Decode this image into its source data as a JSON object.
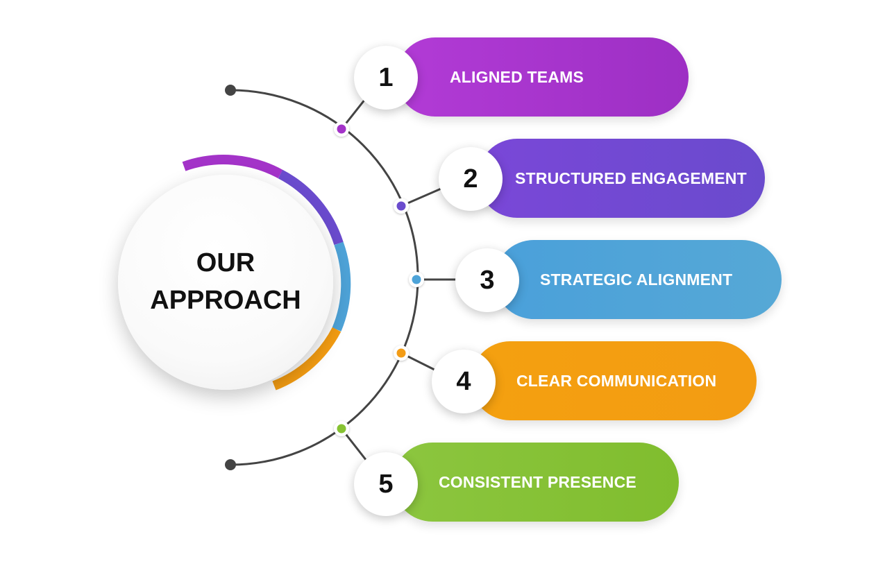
{
  "center": {
    "title_line1": "OUR",
    "title_line2": "APPROACH"
  },
  "colors": {
    "purple": "#a333c8",
    "violet": "#6a4bcd",
    "blue": "#4ea3d8",
    "orange": "#f39c12",
    "green": "#86c232",
    "connector": "#444444"
  },
  "steps": [
    {
      "number": "1",
      "label": "ALIGNED TEAMS",
      "color": "#a333c8"
    },
    {
      "number": "2",
      "label": "STRUCTURED ENGAGEMENT",
      "color": "#6a4bcd"
    },
    {
      "number": "3",
      "label": "STRATEGIC ALIGNMENT",
      "color": "#4ea3d8"
    },
    {
      "number": "4",
      "label": "CLEAR COMMUNICATION",
      "color": "#f39c12"
    },
    {
      "number": "5",
      "label": "CONSISTENT PRESENCE",
      "color": "#86c232"
    }
  ]
}
